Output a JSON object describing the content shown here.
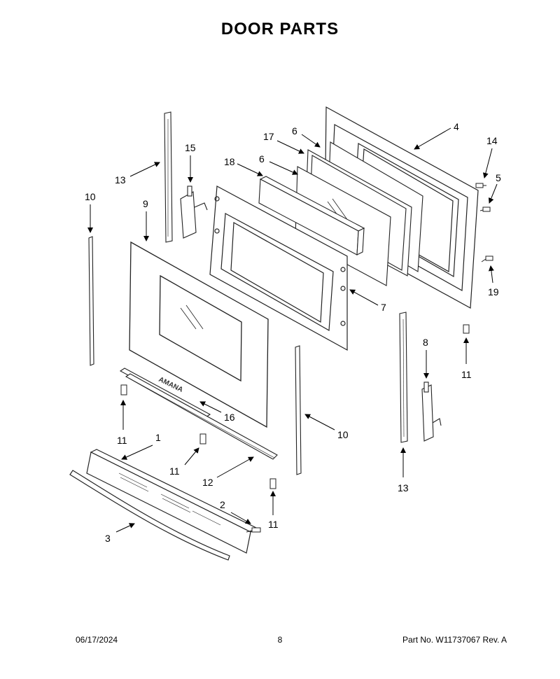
{
  "page": {
    "title": "DOOR PARTS",
    "footer": {
      "date": "06/17/2024",
      "page_number": "8",
      "part_number": "Part No.  W11737067  Rev.  A"
    }
  },
  "logo_text": "AMANA",
  "callouts": {
    "c1": "1",
    "c2": "2",
    "c3": "3",
    "c4": "4",
    "c5": "5",
    "c6a": "6",
    "c6b": "6",
    "c7": "7",
    "c8": "8",
    "c9": "9",
    "c10a": "10",
    "c10b": "10",
    "c11a": "11",
    "c11b": "11",
    "c11c": "11",
    "c11d": "11",
    "c12": "12",
    "c13a": "13",
    "c13b": "13",
    "c14": "14",
    "c15": "15",
    "c16": "16",
    "c17": "17",
    "c18": "18",
    "c19": "19"
  }
}
